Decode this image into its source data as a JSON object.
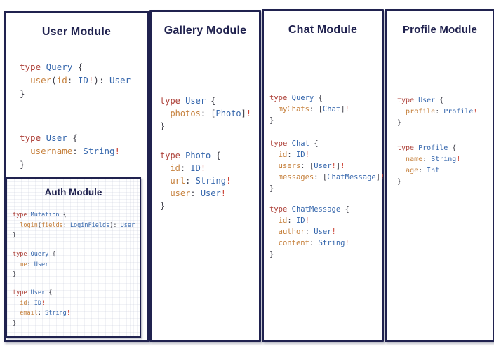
{
  "colors": {
    "navy": "#20224f",
    "keyword": "#ad4038",
    "type": "#3566ac",
    "field": "#c6813d",
    "punct": "#40404a",
    "bang": "#cb4335"
  },
  "modules": {
    "user": {
      "title": "User Module",
      "blocks": [
        [
          [
            [
              "type",
              "k"
            ],
            [
              " ",
              "p"
            ],
            [
              "Query",
              "t"
            ],
            [
              " {",
              "p"
            ]
          ],
          [
            [
              "  ",
              "p"
            ],
            [
              "user",
              "f"
            ],
            [
              "(",
              "p"
            ],
            [
              "id",
              "f"
            ],
            [
              ": ",
              "p"
            ],
            [
              "ID",
              "t"
            ],
            [
              "!",
              "b"
            ],
            [
              "): ",
              "p"
            ],
            [
              "User",
              "t"
            ]
          ],
          [
            [
              "}",
              "p"
            ]
          ]
        ],
        [
          [
            [
              "type",
              "k"
            ],
            [
              " ",
              "p"
            ],
            [
              "User",
              "t"
            ],
            [
              " {",
              "p"
            ]
          ],
          [
            [
              "  ",
              "p"
            ],
            [
              "username",
              "f"
            ],
            [
              ": ",
              "p"
            ],
            [
              "String",
              "t"
            ],
            [
              "!",
              "b"
            ]
          ],
          [
            [
              "}",
              "p"
            ]
          ]
        ]
      ]
    },
    "auth": {
      "title": "Auth Module",
      "blocks": [
        [
          [
            [
              "type",
              "k"
            ],
            [
              " ",
              "p"
            ],
            [
              "Mutation",
              "t"
            ],
            [
              " {",
              "p"
            ]
          ],
          [
            [
              "  ",
              "p"
            ],
            [
              "login",
              "f"
            ],
            [
              "(",
              "p"
            ],
            [
              "fields",
              "f"
            ],
            [
              ": ",
              "p"
            ],
            [
              "LoginFields",
              "t"
            ],
            [
              "): ",
              "p"
            ],
            [
              "User",
              "t"
            ]
          ],
          [
            [
              "}",
              "p"
            ]
          ]
        ],
        [
          [
            [
              "type",
              "k"
            ],
            [
              " ",
              "p"
            ],
            [
              "Query",
              "t"
            ],
            [
              " {",
              "p"
            ]
          ],
          [
            [
              "  ",
              "p"
            ],
            [
              "me",
              "f"
            ],
            [
              ": ",
              "p"
            ],
            [
              "User",
              "t"
            ]
          ],
          [
            [
              "}",
              "p"
            ]
          ]
        ],
        [
          [
            [
              "type",
              "k"
            ],
            [
              " ",
              "p"
            ],
            [
              "User",
              "t"
            ],
            [
              " {",
              "p"
            ]
          ],
          [
            [
              "  ",
              "p"
            ],
            [
              "id",
              "f"
            ],
            [
              ": ",
              "p"
            ],
            [
              "ID",
              "t"
            ],
            [
              "!",
              "b"
            ]
          ],
          [
            [
              "  ",
              "p"
            ],
            [
              "email",
              "f"
            ],
            [
              ": ",
              "p"
            ],
            [
              "String",
              "t"
            ],
            [
              "!",
              "b"
            ]
          ],
          [
            [
              "}",
              "p"
            ]
          ]
        ]
      ]
    },
    "gallery": {
      "title": "Gallery Module",
      "blocks": [
        [
          [
            [
              "type",
              "k"
            ],
            [
              " ",
              "p"
            ],
            [
              "User",
              "t"
            ],
            [
              " {",
              "p"
            ]
          ],
          [
            [
              "  ",
              "p"
            ],
            [
              "photos",
              "f"
            ],
            [
              ": ",
              "p"
            ],
            [
              "[",
              "p"
            ],
            [
              "Photo",
              "t"
            ],
            [
              "]",
              "p"
            ],
            [
              "!",
              "b"
            ]
          ],
          [
            [
              "}",
              "p"
            ]
          ]
        ],
        [
          [
            [
              "type",
              "k"
            ],
            [
              " ",
              "p"
            ],
            [
              "Photo",
              "t"
            ],
            [
              " {",
              "p"
            ]
          ],
          [
            [
              "  ",
              "p"
            ],
            [
              "id",
              "f"
            ],
            [
              ": ",
              "p"
            ],
            [
              "ID",
              "t"
            ],
            [
              "!",
              "b"
            ]
          ],
          [
            [
              "  ",
              "p"
            ],
            [
              "url",
              "f"
            ],
            [
              ": ",
              "p"
            ],
            [
              "String",
              "t"
            ],
            [
              "!",
              "b"
            ]
          ],
          [
            [
              "  ",
              "p"
            ],
            [
              "user",
              "f"
            ],
            [
              ": ",
              "p"
            ],
            [
              "User",
              "t"
            ],
            [
              "!",
              "b"
            ]
          ],
          [
            [
              "}",
              "p"
            ]
          ]
        ]
      ]
    },
    "chat": {
      "title": "Chat Module",
      "blocks": [
        [
          [
            [
              "type",
              "k"
            ],
            [
              " ",
              "p"
            ],
            [
              "Query",
              "t"
            ],
            [
              " {",
              "p"
            ]
          ],
          [
            [
              "  ",
              "p"
            ],
            [
              "myChats",
              "f"
            ],
            [
              ": ",
              "p"
            ],
            [
              "[",
              "p"
            ],
            [
              "Chat",
              "t"
            ],
            [
              "]",
              "p"
            ],
            [
              "!",
              "b"
            ]
          ],
          [
            [
              "}",
              "p"
            ]
          ]
        ],
        [
          [
            [
              "type",
              "k"
            ],
            [
              " ",
              "p"
            ],
            [
              "Chat",
              "t"
            ],
            [
              " {",
              "p"
            ]
          ],
          [
            [
              "  ",
              "p"
            ],
            [
              "id",
              "f"
            ],
            [
              ": ",
              "p"
            ],
            [
              "ID",
              "t"
            ],
            [
              "!",
              "b"
            ]
          ],
          [
            [
              "  ",
              "p"
            ],
            [
              "users",
              "f"
            ],
            [
              ": ",
              "p"
            ],
            [
              "[",
              "p"
            ],
            [
              "User",
              "t"
            ],
            [
              "!",
              "b"
            ],
            [
              "]",
              "p"
            ],
            [
              "!",
              "b"
            ]
          ],
          [
            [
              "  ",
              "p"
            ],
            [
              "messages",
              "f"
            ],
            [
              ": ",
              "p"
            ],
            [
              "[",
              "p"
            ],
            [
              "ChatMessage",
              "t"
            ],
            [
              "]",
              "p"
            ],
            [
              "!",
              "b"
            ]
          ],
          [
            [
              "}",
              "p"
            ]
          ]
        ],
        [
          [
            [
              "type",
              "k"
            ],
            [
              " ",
              "p"
            ],
            [
              "ChatMessage",
              "t"
            ],
            [
              " {",
              "p"
            ]
          ],
          [
            [
              "  ",
              "p"
            ],
            [
              "id",
              "f"
            ],
            [
              ": ",
              "p"
            ],
            [
              "ID",
              "t"
            ],
            [
              "!",
              "b"
            ]
          ],
          [
            [
              "  ",
              "p"
            ],
            [
              "author",
              "f"
            ],
            [
              ": ",
              "p"
            ],
            [
              "User",
              "t"
            ],
            [
              "!",
              "b"
            ]
          ],
          [
            [
              "  ",
              "p"
            ],
            [
              "content",
              "f"
            ],
            [
              ": ",
              "p"
            ],
            [
              "String",
              "t"
            ],
            [
              "!",
              "b"
            ]
          ],
          [
            [
              "}",
              "p"
            ]
          ]
        ]
      ]
    },
    "profile": {
      "title": "Profile Module",
      "blocks": [
        [
          [
            [
              "type",
              "k"
            ],
            [
              " ",
              "p"
            ],
            [
              "User",
              "t"
            ],
            [
              " {",
              "p"
            ]
          ],
          [
            [
              "  ",
              "p"
            ],
            [
              "profile",
              "f"
            ],
            [
              ": ",
              "p"
            ],
            [
              "Profile",
              "t"
            ],
            [
              "!",
              "b"
            ]
          ],
          [
            [
              "}",
              "p"
            ]
          ]
        ],
        [
          [
            [
              "type",
              "k"
            ],
            [
              " ",
              "p"
            ],
            [
              "Profile",
              "t"
            ],
            [
              " {",
              "p"
            ]
          ],
          [
            [
              "  ",
              "p"
            ],
            [
              "name",
              "f"
            ],
            [
              ": ",
              "p"
            ],
            [
              "String",
              "t"
            ],
            [
              "!",
              "b"
            ]
          ],
          [
            [
              "  ",
              "p"
            ],
            [
              "age",
              "f"
            ],
            [
              ": ",
              "p"
            ],
            [
              "Int",
              "t"
            ]
          ],
          [
            [
              "}",
              "p"
            ]
          ]
        ]
      ]
    }
  }
}
